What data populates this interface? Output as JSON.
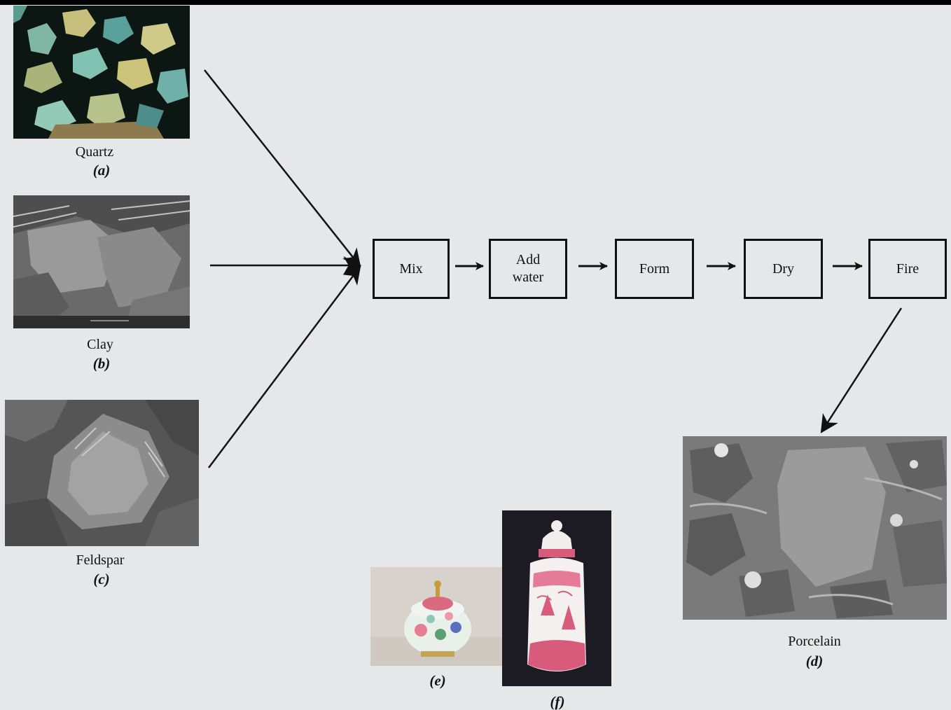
{
  "samples": {
    "quartz": {
      "label": "Quartz",
      "letter": "(a)"
    },
    "clay": {
      "label": "Clay",
      "letter": "(b)"
    },
    "feldspar": {
      "label": "Feldspar",
      "letter": "(c)"
    },
    "porcelain": {
      "label": "Porcelain",
      "letter": "(d)"
    },
    "bowl": {
      "letter": "(e)"
    },
    "vase": {
      "letter": "(f)"
    }
  },
  "process_steps": [
    "Mix",
    "Add\nwater",
    "Form",
    "Dry",
    "Fire"
  ],
  "colors": {
    "background": "#e6e7e9",
    "ink": "#111111"
  }
}
